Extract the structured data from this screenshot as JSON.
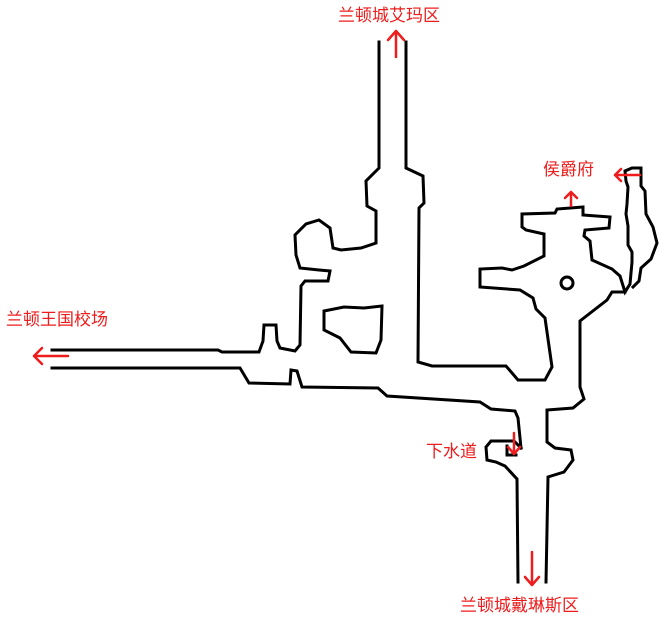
{
  "labels": {
    "north_exit": "兰顿城艾玛区",
    "duke_mansion": "侯爵府",
    "west_exit": "兰顿王国校场",
    "sewer": "下水道",
    "south_exit": "兰顿城戴琳斯区"
  },
  "colors": {
    "wall": "#000000",
    "marker": "#ee1c1c",
    "background": "#ffffff"
  },
  "icons": {
    "north_exit": "arrow-up-icon",
    "duke_mansion": "arrow-up-icon",
    "duke_side": "arrow-left-icon",
    "west_exit": "arrow-left-icon",
    "sewer": "arrow-down-icon",
    "south_exit": "arrow-down-icon"
  }
}
